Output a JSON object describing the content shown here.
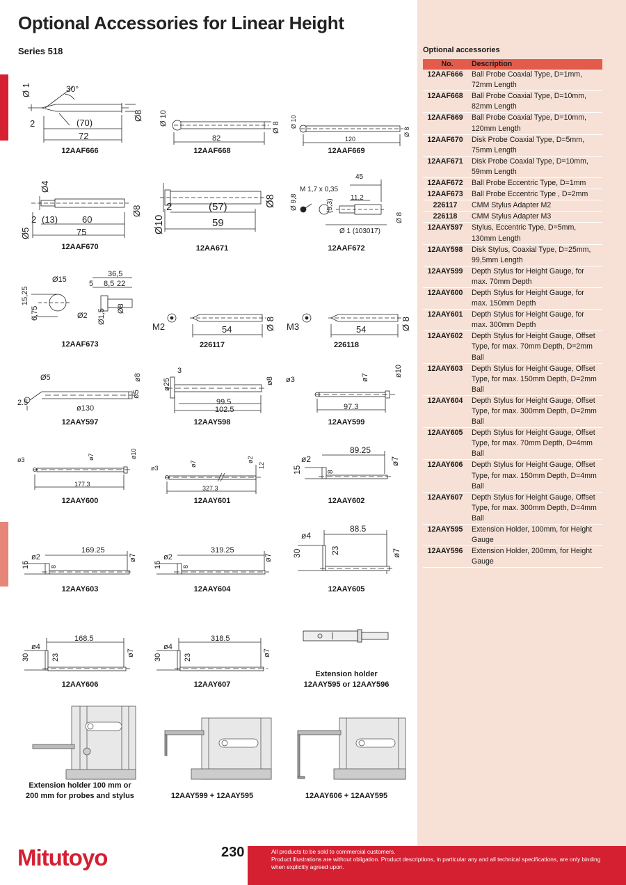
{
  "page": {
    "title": "Optional Accessories for Linear Height",
    "series": "Series 518",
    "page_number": "230",
    "brand": "Mitutoyo",
    "footer": {
      "line1": "All products to be sold to commercial customers.",
      "line2": "Product illustrations are without obligation. Product descriptions, in particular any and all technical specifications, are only binding when explicitly agreed upon."
    }
  },
  "figures": {
    "f1": {
      "caption": "12AAF666",
      "dims": [
        "Ø 1",
        "30°",
        "2",
        "(70)",
        "72",
        "Ø8"
      ]
    },
    "f2": {
      "caption": "12AAF668",
      "dims": [
        "Ø 10",
        "82",
        "Ø 8"
      ]
    },
    "f3": {
      "caption": "12AAF669",
      "dims": [
        "Ø 10",
        "120",
        "Ø 8"
      ]
    },
    "f4": {
      "caption": "12AAF670",
      "dims": [
        "Ø4",
        "2",
        "(13)",
        "60",
        "75",
        "Ø5",
        "Ø8"
      ]
    },
    "f5": {
      "caption": "12AA671",
      "dims": [
        "2",
        "(57)",
        "59",
        "Ø10",
        "Ø8"
      ]
    },
    "f6": {
      "caption": "12AAF672",
      "dims": [
        "45",
        "M 1,7 x 0,35",
        "11,2",
        "Ø 9,8",
        "(5,3)",
        "Ø 1 (103017)",
        "Ø 8"
      ]
    },
    "f7": {
      "caption": "12AAF673",
      "dims": [
        "36,5",
        "Ø15",
        "5",
        "8,5",
        "22",
        "15,25",
        "6,75",
        "Ø2",
        "Ø1,5",
        "Ø8"
      ]
    },
    "f8": {
      "caption": "226117",
      "dims": [
        "M2",
        "54",
        "Ø 8"
      ]
    },
    "f9": {
      "caption": "226118",
      "dims": [
        "M3",
        "54",
        "Ø 8"
      ]
    },
    "f10": {
      "caption": "12AAY597",
      "dims": [
        "Ø5",
        "2.5",
        "ø130",
        "ø5",
        "ø8"
      ]
    },
    "f11": {
      "caption": "12AAY598",
      "dims": [
        "3",
        "ø25",
        "99.5",
        "102.5",
        "ø8"
      ]
    },
    "f12": {
      "caption": "12AAY599",
      "dims": [
        "ø3",
        "ø7",
        "ø10",
        "97.3"
      ]
    },
    "f13": {
      "caption": "12AAY600",
      "dims": [
        "ø3",
        "ø7",
        "ø10",
        "177.3"
      ]
    },
    "f14": {
      "caption": "12AAY601",
      "dims": [
        "ø3",
        "ø7",
        "ø2",
        "12",
        "327.3"
      ]
    },
    "f15": {
      "caption": "12AAY602",
      "dims": [
        "89.25",
        "ø2",
        "15",
        "8",
        "ø7"
      ]
    },
    "f16": {
      "caption": "12AAY603",
      "dims": [
        "169.25",
        "ø2",
        "15",
        "8",
        "ø7"
      ]
    },
    "f17": {
      "caption": "12AAY604",
      "dims": [
        "319.25",
        "ø2",
        "15",
        "8",
        "ø7"
      ]
    },
    "f18": {
      "caption": "12AAY605",
      "dims": [
        "88.5",
        "ø4",
        "30",
        "23",
        "ø7"
      ]
    },
    "f19": {
      "caption": "12AAY606",
      "dims": [
        "168.5",
        "ø4",
        "30",
        "23",
        "ø7"
      ]
    },
    "f20": {
      "caption": "12AAY607",
      "dims": [
        "318.5",
        "ø4",
        "30",
        "23",
        "ø7"
      ]
    },
    "f21": {
      "caption_line1": "Extension holder",
      "caption_line2": "12AAY595 or 12AAY596"
    }
  },
  "photos": {
    "p1": {
      "caption_line1": "Extension holder 100 mm or",
      "caption_line2": "200 mm for probes and stylus"
    },
    "p2": {
      "caption": "12AAY599 + 12AAY595"
    },
    "p3": {
      "caption": "12AAY606 + 12AAY595"
    }
  },
  "accessories": {
    "title": "Optional accessories",
    "columns": {
      "no": "No.",
      "description": "Description"
    },
    "rows": [
      {
        "no": "12AAF666",
        "description": "Ball Probe Coaxial Type, D=1mm, 72mm Length"
      },
      {
        "no": "12AAF668",
        "description": "Ball Probe Coaxial Type, D=10mm, 82mm Length"
      },
      {
        "no": "12AAF669",
        "description": "Ball Probe Coaxial Type, D=10mm, 120mm Length"
      },
      {
        "no": "12AAF670",
        "description": "Disk Probe Coaxial Type, D=5mm, 75mm Length"
      },
      {
        "no": "12AAF671",
        "description": "Disk Probe Coaxial Type, D=10mm, 59mm Length"
      },
      {
        "no": "12AAF672",
        "description": "Ball Probe Eccentric Type, D=1mm"
      },
      {
        "no": "12AAF673",
        "description": "Ball Probe Eccentric Type , D=2mm"
      },
      {
        "no": "226117",
        "description": "CMM Stylus Adapter M2"
      },
      {
        "no": "226118",
        "description": "CMM Stylus Adapter M3"
      },
      {
        "no": "12AAY597",
        "description": "Stylus, Eccentric Type, D=5mm, 130mm Length"
      },
      {
        "no": "12AAY598",
        "description": "Disk Stylus, Coaxial Type, D=25mm, 99,5mm Length"
      },
      {
        "no": "12AAY599",
        "description": "Depth Stylus for Height Gauge, for max. 70mm Depth"
      },
      {
        "no": "12AAY600",
        "description": "Depth Stylus for Height Gauge, for max. 150mm Depth"
      },
      {
        "no": "12AAY601",
        "description": "Depth Stylus for Height Gauge, for max. 300mm Depth"
      },
      {
        "no": "12AAY602",
        "description": "Depth Stylus for Height Gauge, Offset Type, for max. 70mm Depth, D=2mm Ball"
      },
      {
        "no": "12AAY603",
        "description": "Depth Stylus for Height Gauge, Offset Type, for max. 150mm Depth, D=2mm Ball"
      },
      {
        "no": "12AAY604",
        "description": "Depth Stylus for Height Gauge, Offset Type, for max. 300mm Depth, D=2mm Ball"
      },
      {
        "no": "12AAY605",
        "description": "Depth Stylus for Height Gauge, Offset Type, for max. 70mm Depth, D=4mm Ball"
      },
      {
        "no": "12AAY606",
        "description": "Depth Stylus for Height Gauge, Offset Type, for max. 150mm Depth, D=4mm Ball"
      },
      {
        "no": "12AAY607",
        "description": "Depth Stylus for Height Gauge, Offset Type, for max. 300mm Depth, D=4mm Ball"
      },
      {
        "no": "12AAY595",
        "description": "Extension Holder, 100mm, for Height Gauge"
      },
      {
        "no": "12AAY596",
        "description": "Extension Holder, 200mm, for Height Gauge"
      }
    ]
  },
  "colors": {
    "brand_red": "#d42031",
    "panel": "#f7e1d6",
    "table_header": "#e35b4b"
  }
}
